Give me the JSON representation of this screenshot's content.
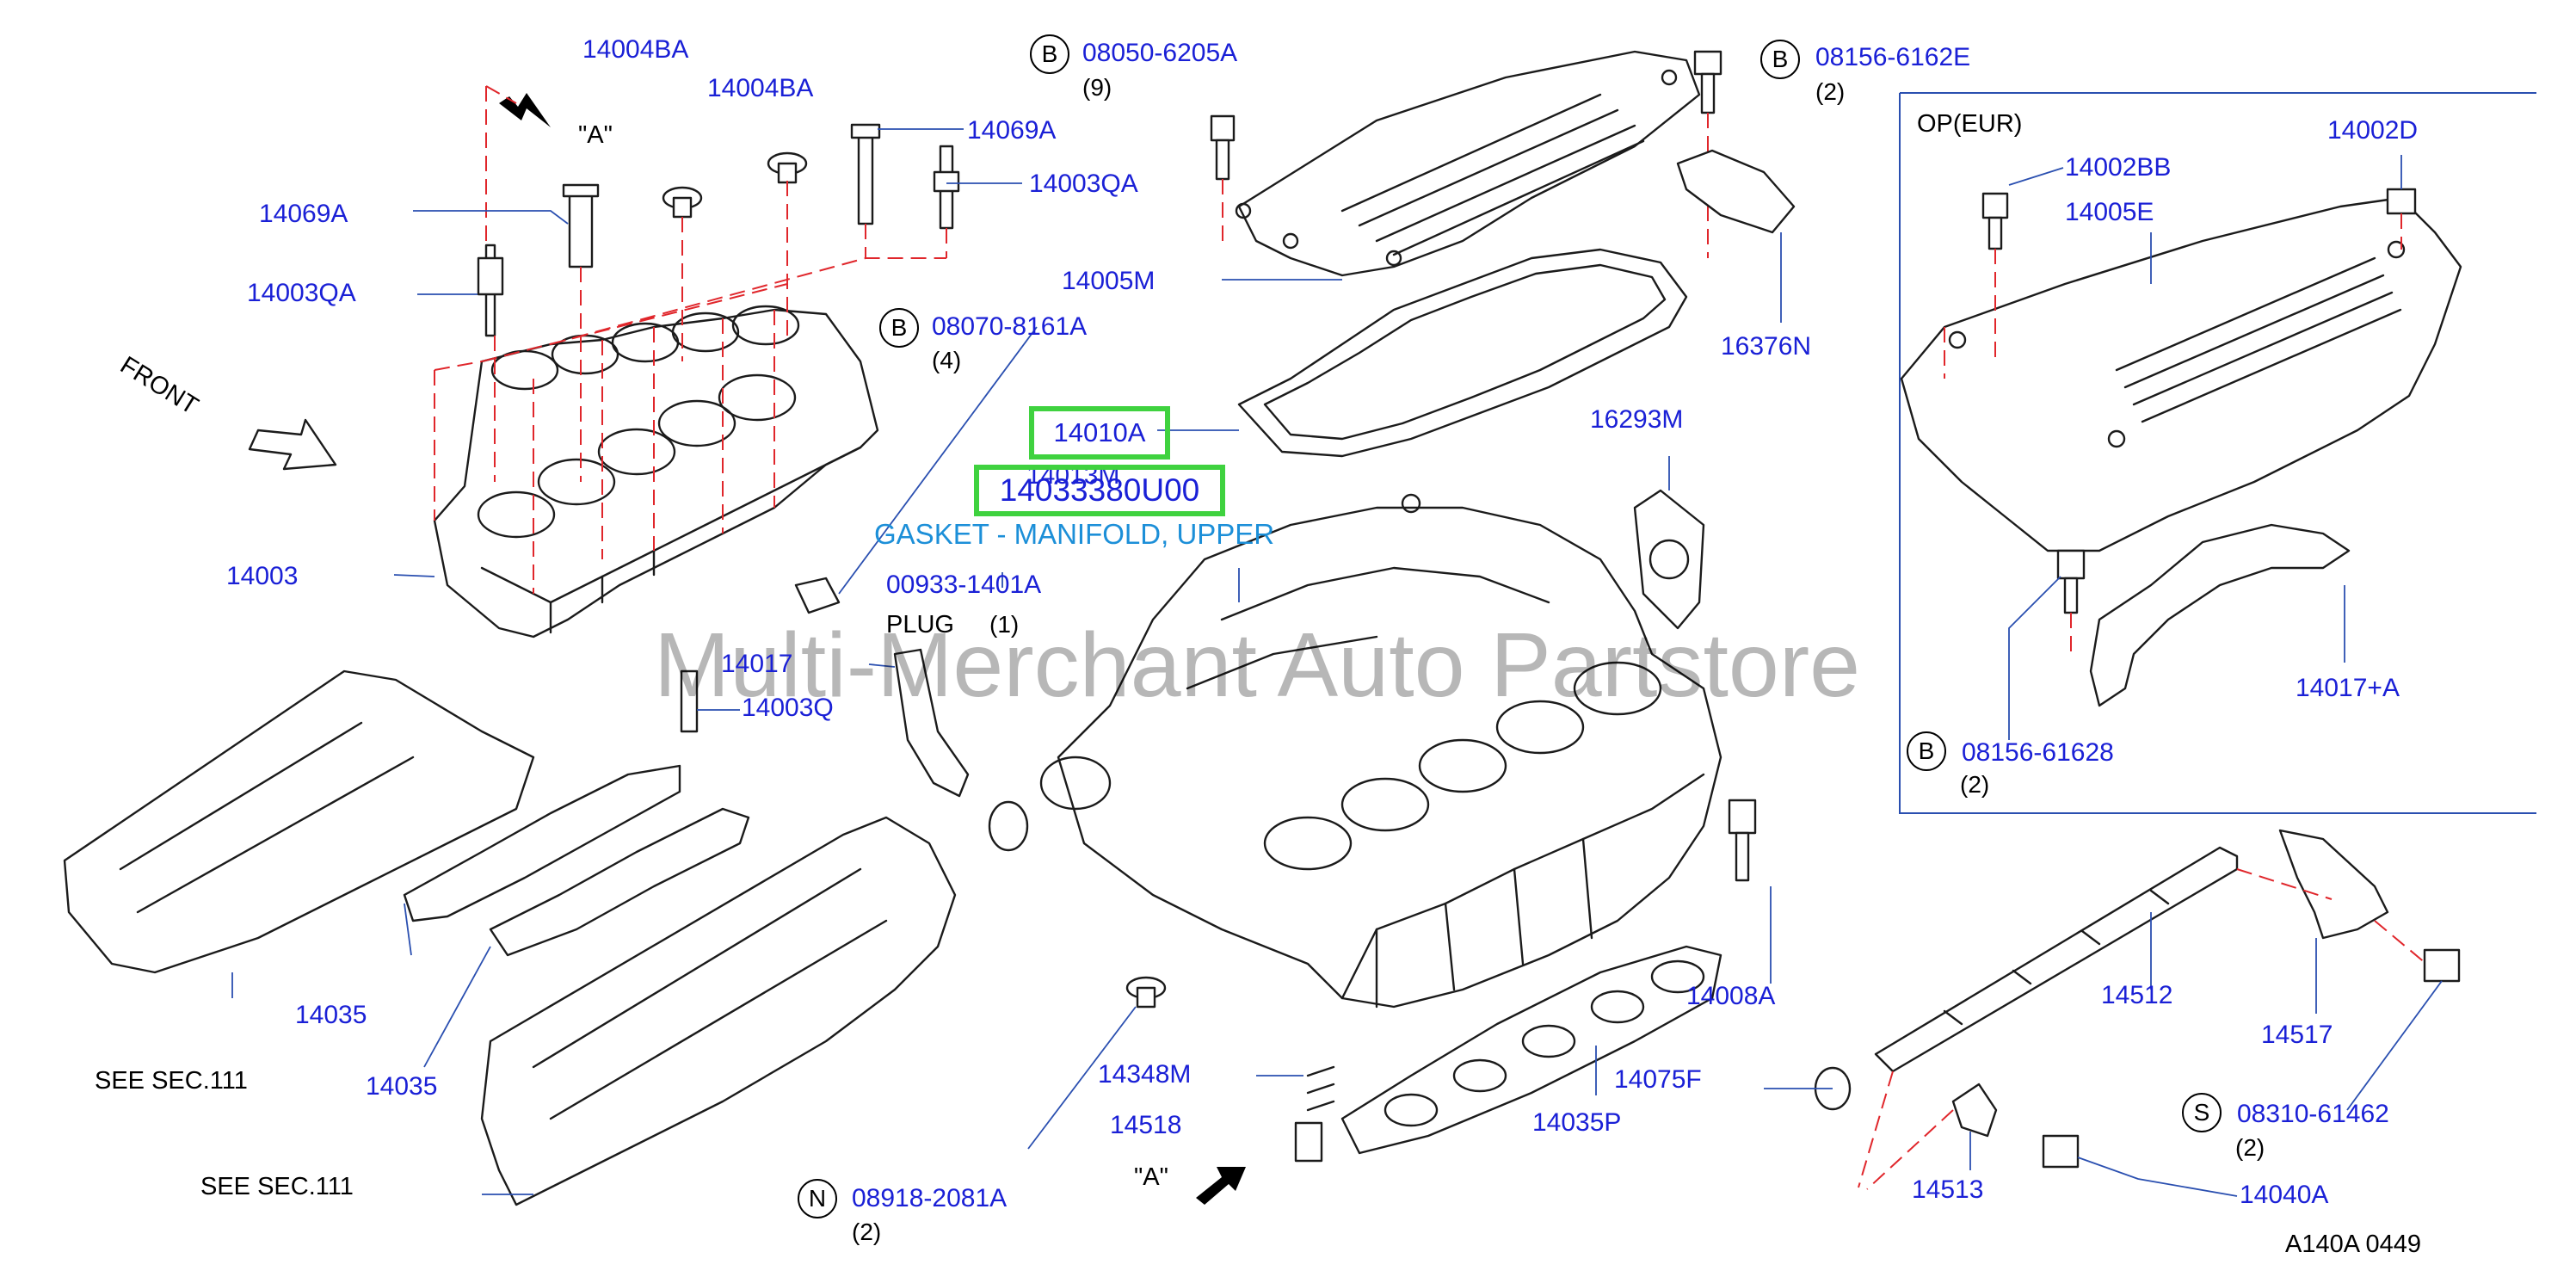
{
  "diagram": {
    "watermark": "Multi-Merchant Auto Partstore",
    "figure_code": "A140A  0449",
    "box_title": "OP(EUR)",
    "highlight": {
      "part": "14010A",
      "overlay_number": "14033380U00",
      "overlay_description": "GASKET - MANIFOLD, UPPER"
    },
    "parts": {
      "p14004BA_1": "14004BA",
      "p14004BA_2": "14004BA",
      "p14069A_1": "14069A",
      "p14069A_2": "14069A",
      "p14003QA_1": "14003QA",
      "p14003QA_2": "14003QA",
      "p14003": "14003",
      "p14005M": "14005M",
      "p08050": "08050-6205A",
      "p08156E": "08156-6162E",
      "p08070": "08070-8161A",
      "p16376N": "16376N",
      "p14013M": "14013M",
      "p16293M": "16293M",
      "p00933": "00933-1401A",
      "p14017": "14017",
      "p14003Q": "14003Q",
      "p14035_1": "14035",
      "p14035_2": "14035",
      "p14008A": "14008A",
      "p14348M": "14348M",
      "p14518": "14518",
      "p14075F": "14075F",
      "p14035P": "14035P",
      "p08918": "08918-2081A",
      "p14512": "14512",
      "p14517": "14517",
      "p14513": "14513",
      "p14040A": "14040A",
      "p08310": "08310-61462",
      "p14002BB": "14002BB",
      "p14002D": "14002D",
      "p14005E": "14005E",
      "p14017A": "14017+A",
      "p08156_628": "08156-61628"
    },
    "notes": {
      "front": "FRONT",
      "view_a_top": "\"A\"",
      "view_a_bottom": "\"A\"",
      "plug": "PLUG",
      "see_sec_1": "SEE   SEC.111",
      "see_sec_2": "SEE   SEC.111"
    },
    "quantities": {
      "q9": "(9)",
      "q2_e": "(2)",
      "q4": "(4)",
      "q1_plug": "(1)",
      "q2_918": "(2)",
      "q2_310": "(2)",
      "q2_628": "(2)"
    },
    "badges": {
      "b08050": "B",
      "b08156E": "B",
      "b08070": "B",
      "b08918": "N",
      "b08310": "S",
      "b08156_628": "B"
    },
    "colors": {
      "callout": "#1a20d6",
      "highlight": "#3fd23f",
      "description": "#1c8fd8",
      "dashed": "#e0262b"
    }
  }
}
